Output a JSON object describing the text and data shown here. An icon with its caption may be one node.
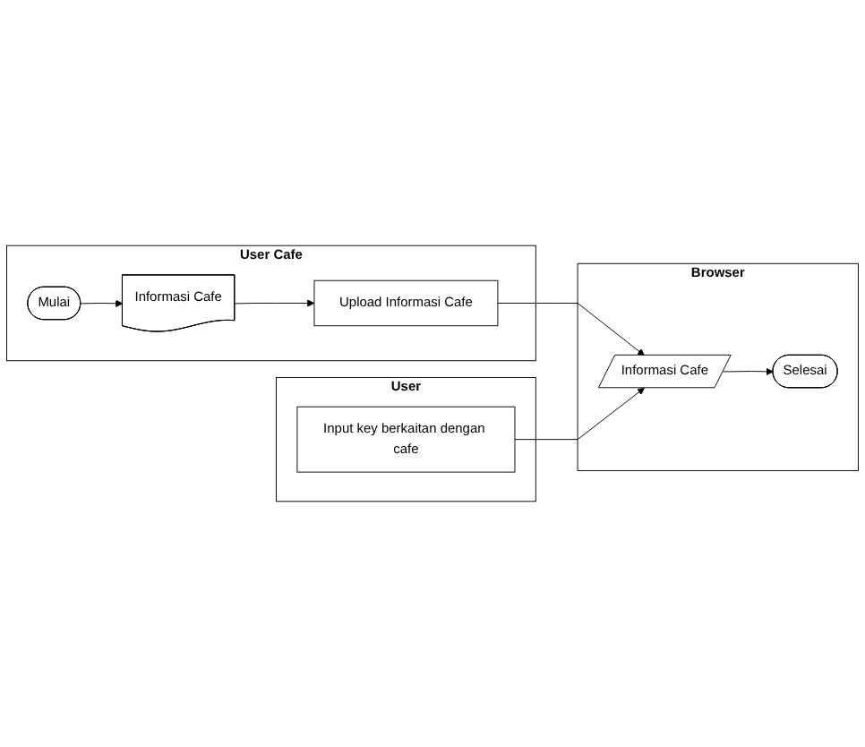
{
  "diagram": {
    "nodes": [
      {
        "text": [
          "User Cafe"
        ]
      },
      {
        "text": [
          "Mulai"
        ],
        "in": 0
      },
      {
        "text": [
          "Informasi Cafe"
        ],
        "in": 0
      },
      {
        "text": [
          "Upload Informasi Cafe"
        ],
        "in": 0
      },
      {
        "text": [
          "Browser"
        ]
      },
      {
        "text": [
          "Informasi Cafe"
        ],
        "in": 4
      },
      {
        "text": [
          "Selesai"
        ],
        "in": 4
      },
      {
        "text": [
          "User"
        ]
      },
      {
        "text": [
          "Input key berkaitan dengan cafe"
        ],
        "in": 7
      }
    ],
    "edges": [
      {
        "from": 1,
        "to": 2,
        "arrow": "to"
      },
      {
        "from": 2,
        "to": 3,
        "arrow": "to"
      },
      {
        "from": 3,
        "to": 5,
        "arrow": "to"
      },
      {
        "from": 8,
        "to": 5,
        "arrow": "to"
      },
      {
        "from": 5,
        "to": 6,
        "arrow": "to"
      }
    ]
  }
}
